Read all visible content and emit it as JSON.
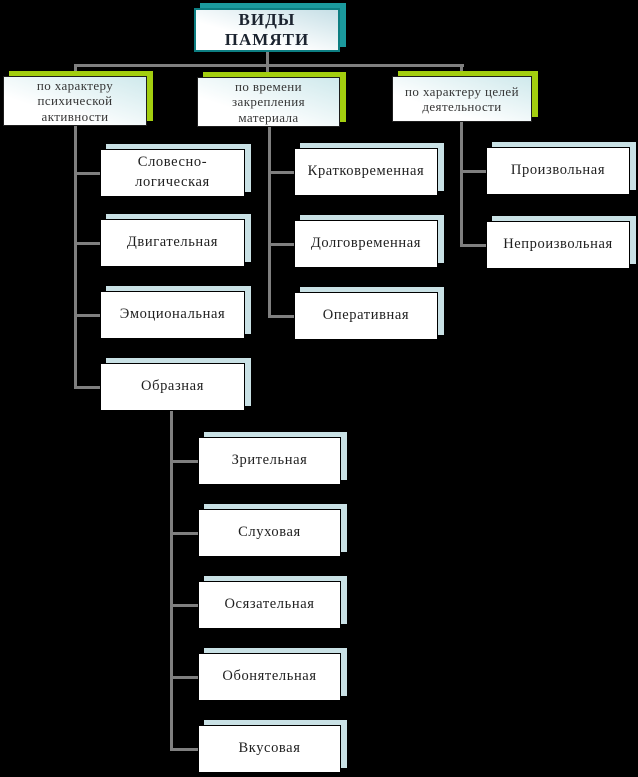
{
  "diagram": {
    "title": "ВИДЫ ПАМЯТИ",
    "groups": [
      {
        "header": "по характеру\nпсихической\nактивности",
        "children": [
          "Словесно-\nлогическая",
          "Двигательная",
          "Эмоциональная",
          "Образная"
        ]
      },
      {
        "header": "по времени\nзакрепления\nматериала",
        "children": [
          "Кратковременная",
          "Долговременная",
          "Оперативная"
        ]
      },
      {
        "header": "по характеру целей\nдеятельности",
        "children": [
          "Произвольная",
          "Непроизвольная"
        ]
      }
    ],
    "figurative_children": [
      "Зрительная",
      "Слуховая",
      "Осязательная",
      "Обонятельная",
      "Вкусовая"
    ]
  },
  "colors": {
    "background": "#000000",
    "connector": "#7f7f7f",
    "title_shadow": "#1b9a9e",
    "title_border": "#0d7e82",
    "header_shadow": "#a3ce0f",
    "child_shadow": "#c9e1e5"
  }
}
